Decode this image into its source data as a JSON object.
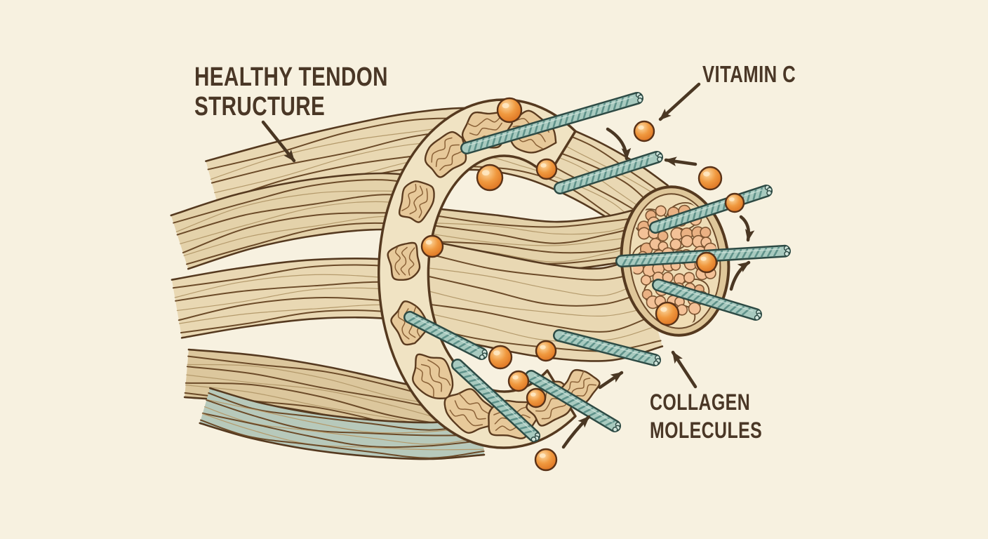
{
  "illustration": {
    "alt": "Hand-drawn watercolor style medical diagram of a healthy tendon shown in cut-away cross-section; orange spheres represent vitamin C molecules and teal twisted rope strands represent collagen molecules",
    "style": "hand-drawn watercolor anatomy diagram",
    "labels": {
      "healthy_tendon_line1": "HEALTHY TENDON",
      "healthy_tendon_line2": "STRUCTURE",
      "vitamin_c": "VITAMIN C",
      "collagen_line1": "COLLAGEN",
      "collagen_line2": "MOLECULES"
    },
    "counts": {
      "vitamin_c_spheres": 14,
      "collagen_strands": 9,
      "annotation_arrows": 9
    },
    "colors": {
      "background": "#f7f1e0",
      "label_text": "#4a3726",
      "arrow": "#4a3723",
      "fiber_light": "#e9d8b3",
      "fiber_mid": "#e4d2aa",
      "fiber_shade": "#dcc79d",
      "fiber_outline": "#55391f",
      "fiber_line_dark": "#6b4a28",
      "fiber_line_light": "#b49a6c",
      "teal_fiber": "#b7c9bb",
      "sheath_fill": "#f0e3c3",
      "fascicle_fill": "#e7c99a",
      "fascicle_outline": "#5b3b1f",
      "fascicle_wrinkle": "#8a6137",
      "disc_rim": "#dfc79a",
      "disc_fill": "#eedcb6",
      "cell_fill": "#f3c197",
      "cell_shade": "#eab183",
      "cell_outline": "#7c5431",
      "vitamin_outline": "#5a3217",
      "rope_fill": "#a8cabf",
      "rope_stripe": "#5f928a",
      "rope_outline": "#2d4a44",
      "rope_end": "#cfe3da",
      "rope_highlight": "#d8eae2"
    }
  }
}
